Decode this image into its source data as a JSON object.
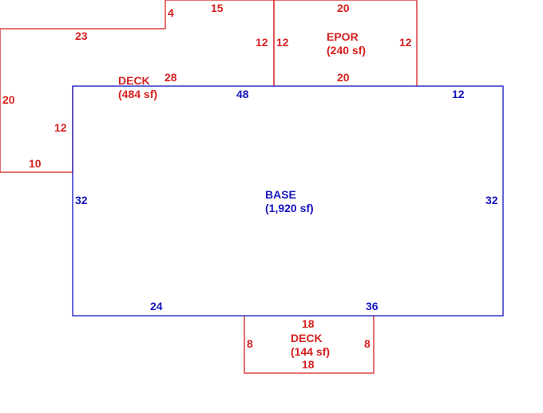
{
  "colors": {
    "addition": "#d62020",
    "base": "#1515c0",
    "background": "#ffffff"
  },
  "areas": {
    "base": {
      "name": "BASE",
      "area": "(1,920 sf)"
    },
    "epor": {
      "name": "EPOR",
      "area": "(240 sf)"
    },
    "deck_top": {
      "name": "DECK",
      "area": "(484 sf)"
    },
    "deck_bottom": {
      "name": "DECK",
      "area": "(144 sf)"
    }
  },
  "dimensions": {
    "base": {
      "top": "48",
      "top_right": "12",
      "left": "32",
      "right": "32",
      "bottom_left": "24",
      "bottom_right": "36"
    },
    "epor": {
      "top": "20",
      "bottom": "20",
      "left": "12",
      "right": "12"
    },
    "deck_top": {
      "seg_4": "4",
      "seg_15": "15",
      "seg_23": "23",
      "seg_12_right": "12",
      "seg_20": "20",
      "seg_28": "28",
      "seg_12_left": "12",
      "seg_10": "10"
    },
    "deck_bottom": {
      "top": "18",
      "bottom": "18",
      "left": "8",
      "right": "8"
    }
  }
}
